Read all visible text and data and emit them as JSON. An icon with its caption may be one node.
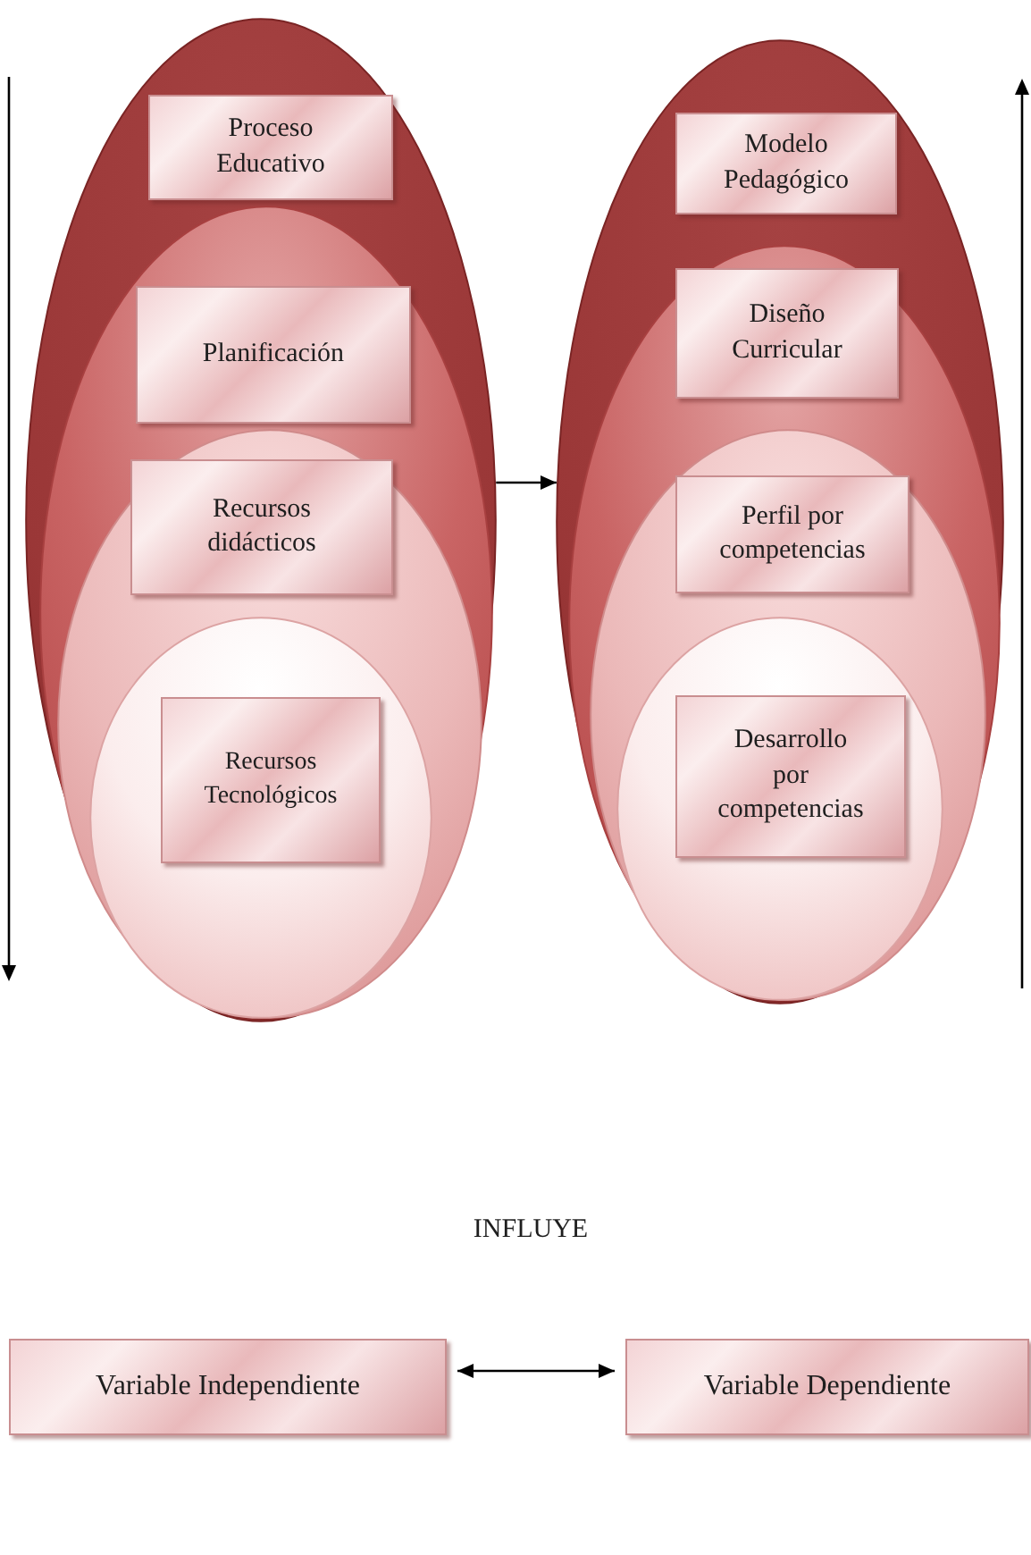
{
  "diagram": {
    "nodes": [
      {
        "text": [],
        "shape": "ellipse"
      },
      {
        "text": [
          "Proceso Educativo"
        ],
        "in": 0
      },
      {
        "text": [],
        "shape": "ellipse",
        "in": 0
      },
      {
        "text": [
          "Planificación"
        ],
        "in": 2
      },
      {
        "text": [],
        "shape": "ellipse",
        "in": 2
      },
      {
        "text": [
          "Recursos didácticos"
        ],
        "in": 4
      },
      {
        "text": [],
        "shape": "ellipse",
        "in": 4
      },
      {
        "text": [
          "Recursos Tecnológicos"
        ],
        "in": 6
      },
      {
        "text": [],
        "shape": "ellipse"
      },
      {
        "text": [
          "Modelo Pedagógico"
        ],
        "in": 8
      },
      {
        "text": [],
        "shape": "ellipse",
        "in": 8
      },
      {
        "text": [
          "Diseño Curricular"
        ],
        "in": 10
      },
      {
        "text": [],
        "shape": "ellipse",
        "in": 10
      },
      {
        "text": [
          "Perfil por competencias"
        ],
        "in": 12
      },
      {
        "text": [],
        "shape": "ellipse",
        "in": 12
      },
      {
        "text": [
          "Desarrollo por competencias"
        ],
        "in": 14
      },
      {
        "text": [
          "Variable Independiente"
        ]
      },
      {
        "text": [
          "Variable Dependiente"
        ]
      }
    ],
    "edges": [
      {
        "from": 0,
        "to": 8,
        "arrow": "to"
      },
      {
        "from": 16,
        "to": 17,
        "arrow": "both",
        "label": "INFLUYE"
      }
    ]
  }
}
